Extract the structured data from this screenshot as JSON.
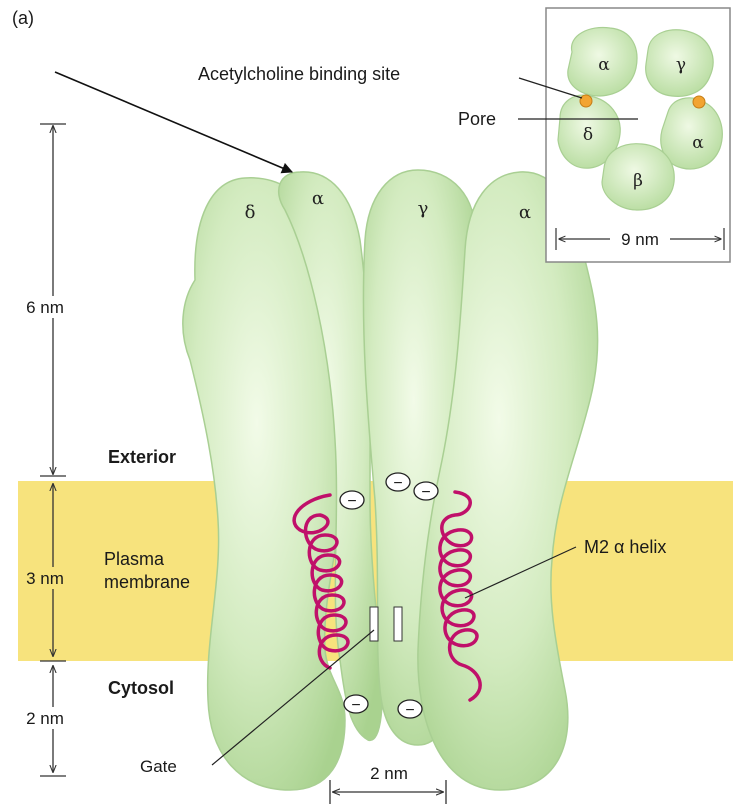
{
  "panel_label": "(a)",
  "labels": {
    "exterior": "Exterior",
    "plasma_membrane_line1": "Plasma",
    "plasma_membrane_line2": "membrane",
    "cytosol": "Cytosol",
    "m2_helix": "M2 α helix",
    "gate": "Gate",
    "binding_site": "Acetylcholine binding site",
    "pore": "Pore"
  },
  "dimensions": {
    "exterior_height": "6 nm",
    "membrane_height": "3 nm",
    "cytosol_height": "2 nm",
    "pore_width": "2 nm",
    "inset_width": "9 nm"
  },
  "subunits_side": [
    "δ",
    "α",
    "γ",
    "α"
  ],
  "inset_subunits": [
    "α",
    "γ",
    "δ",
    "α",
    "β"
  ],
  "charge_symbol": "−",
  "colors": {
    "protein_fill": "#c8e6b0",
    "protein_edge": "#a9cf93",
    "membrane": "#f7e37d",
    "helix": "#c0106a",
    "binding_site": "#f2a431"
  }
}
